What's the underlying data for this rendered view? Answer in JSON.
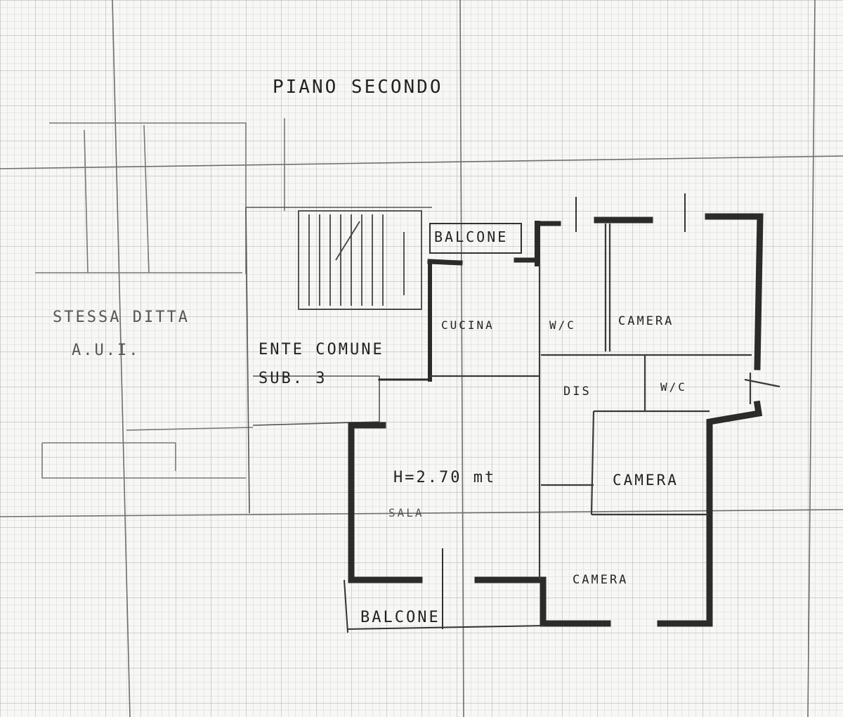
{
  "sheet": {
    "title": "PIANO SECONDO",
    "height_note": "H=2.70 mt"
  },
  "neighbour": {
    "line1": "STESSA DITTA",
    "line2": "A.U.I."
  },
  "common_area": {
    "line1": "ENTE COMUNE",
    "line2": "SUB. 3"
  },
  "rooms": {
    "balcone_top": "BALCONE",
    "cucina": "CUCINA",
    "wc_1": "W/C",
    "camera_1": "CAMERA",
    "dis": "DIS",
    "wc_2": "W/C",
    "camera_2": "CAMERA",
    "sala": "SALA",
    "camera_3": "CAMERA",
    "balcone_bottom": "BALCONE"
  },
  "colors": {
    "paper": "#f7f7f5",
    "grid_fine": "#c9c9c9",
    "grid_major": "#7a7a7a",
    "wall": "#2b2b2b",
    "pencil": "#444444"
  }
}
